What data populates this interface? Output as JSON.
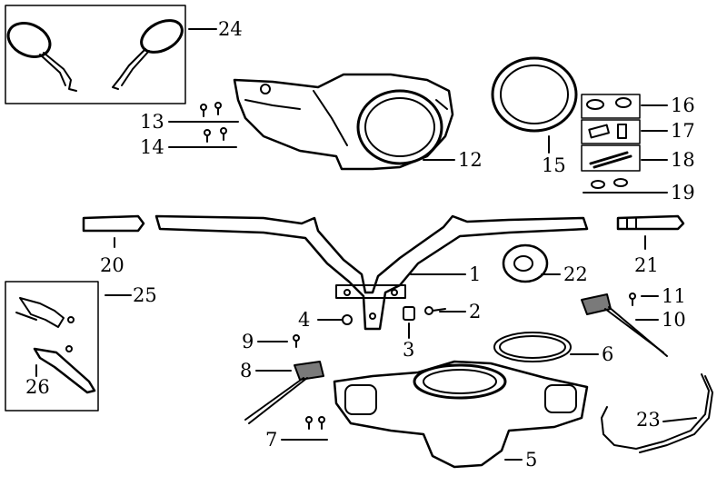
{
  "diagram": {
    "labels": [
      "1",
      "2",
      "3",
      "4",
      "5",
      "6",
      "7",
      "8",
      "9",
      "10",
      "11",
      "12",
      "13",
      "14",
      "15",
      "16",
      "17",
      "18",
      "19",
      "20",
      "21",
      "22",
      "23",
      "24",
      "25",
      "26"
    ]
  },
  "colors": {
    "ink": "#000000",
    "paper": "#ffffff",
    "shade": "#5a5a5a"
  }
}
